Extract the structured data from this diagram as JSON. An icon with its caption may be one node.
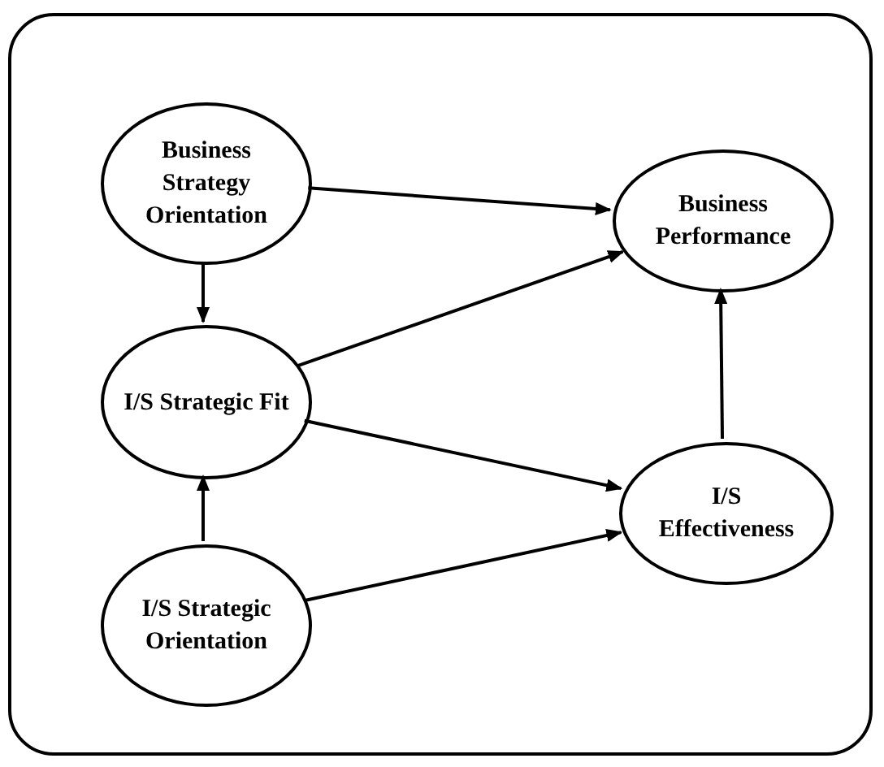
{
  "diagram": {
    "nodes": [
      {
        "text": [],
        "shape": "box"
      },
      {
        "text": [
          "Business Strategy Orientation"
        ],
        "in": 0
      },
      {
        "text": [
          "Business Performance"
        ],
        "in": 0
      },
      {
        "text": [
          "I/S Strategic Fit"
        ],
        "in": 0
      },
      {
        "text": [
          "I/S Effectiveness"
        ],
        "in": 0
      },
      {
        "text": [
          "I/S Strategic Orientation"
        ],
        "in": 0
      }
    ],
    "edges": [
      {
        "from": 1,
        "to": 2,
        "arrow": "to"
      },
      {
        "from": 1,
        "to": 3,
        "arrow": "to"
      },
      {
        "from": 3,
        "to": 2,
        "arrow": "to"
      },
      {
        "from": 3,
        "to": 4,
        "arrow": "to"
      },
      {
        "from": 5,
        "to": 3,
        "arrow": "to"
      },
      {
        "from": 5,
        "to": 4,
        "arrow": "to"
      },
      {
        "from": 4,
        "to": 2,
        "arrow": "to"
      }
    ]
  }
}
